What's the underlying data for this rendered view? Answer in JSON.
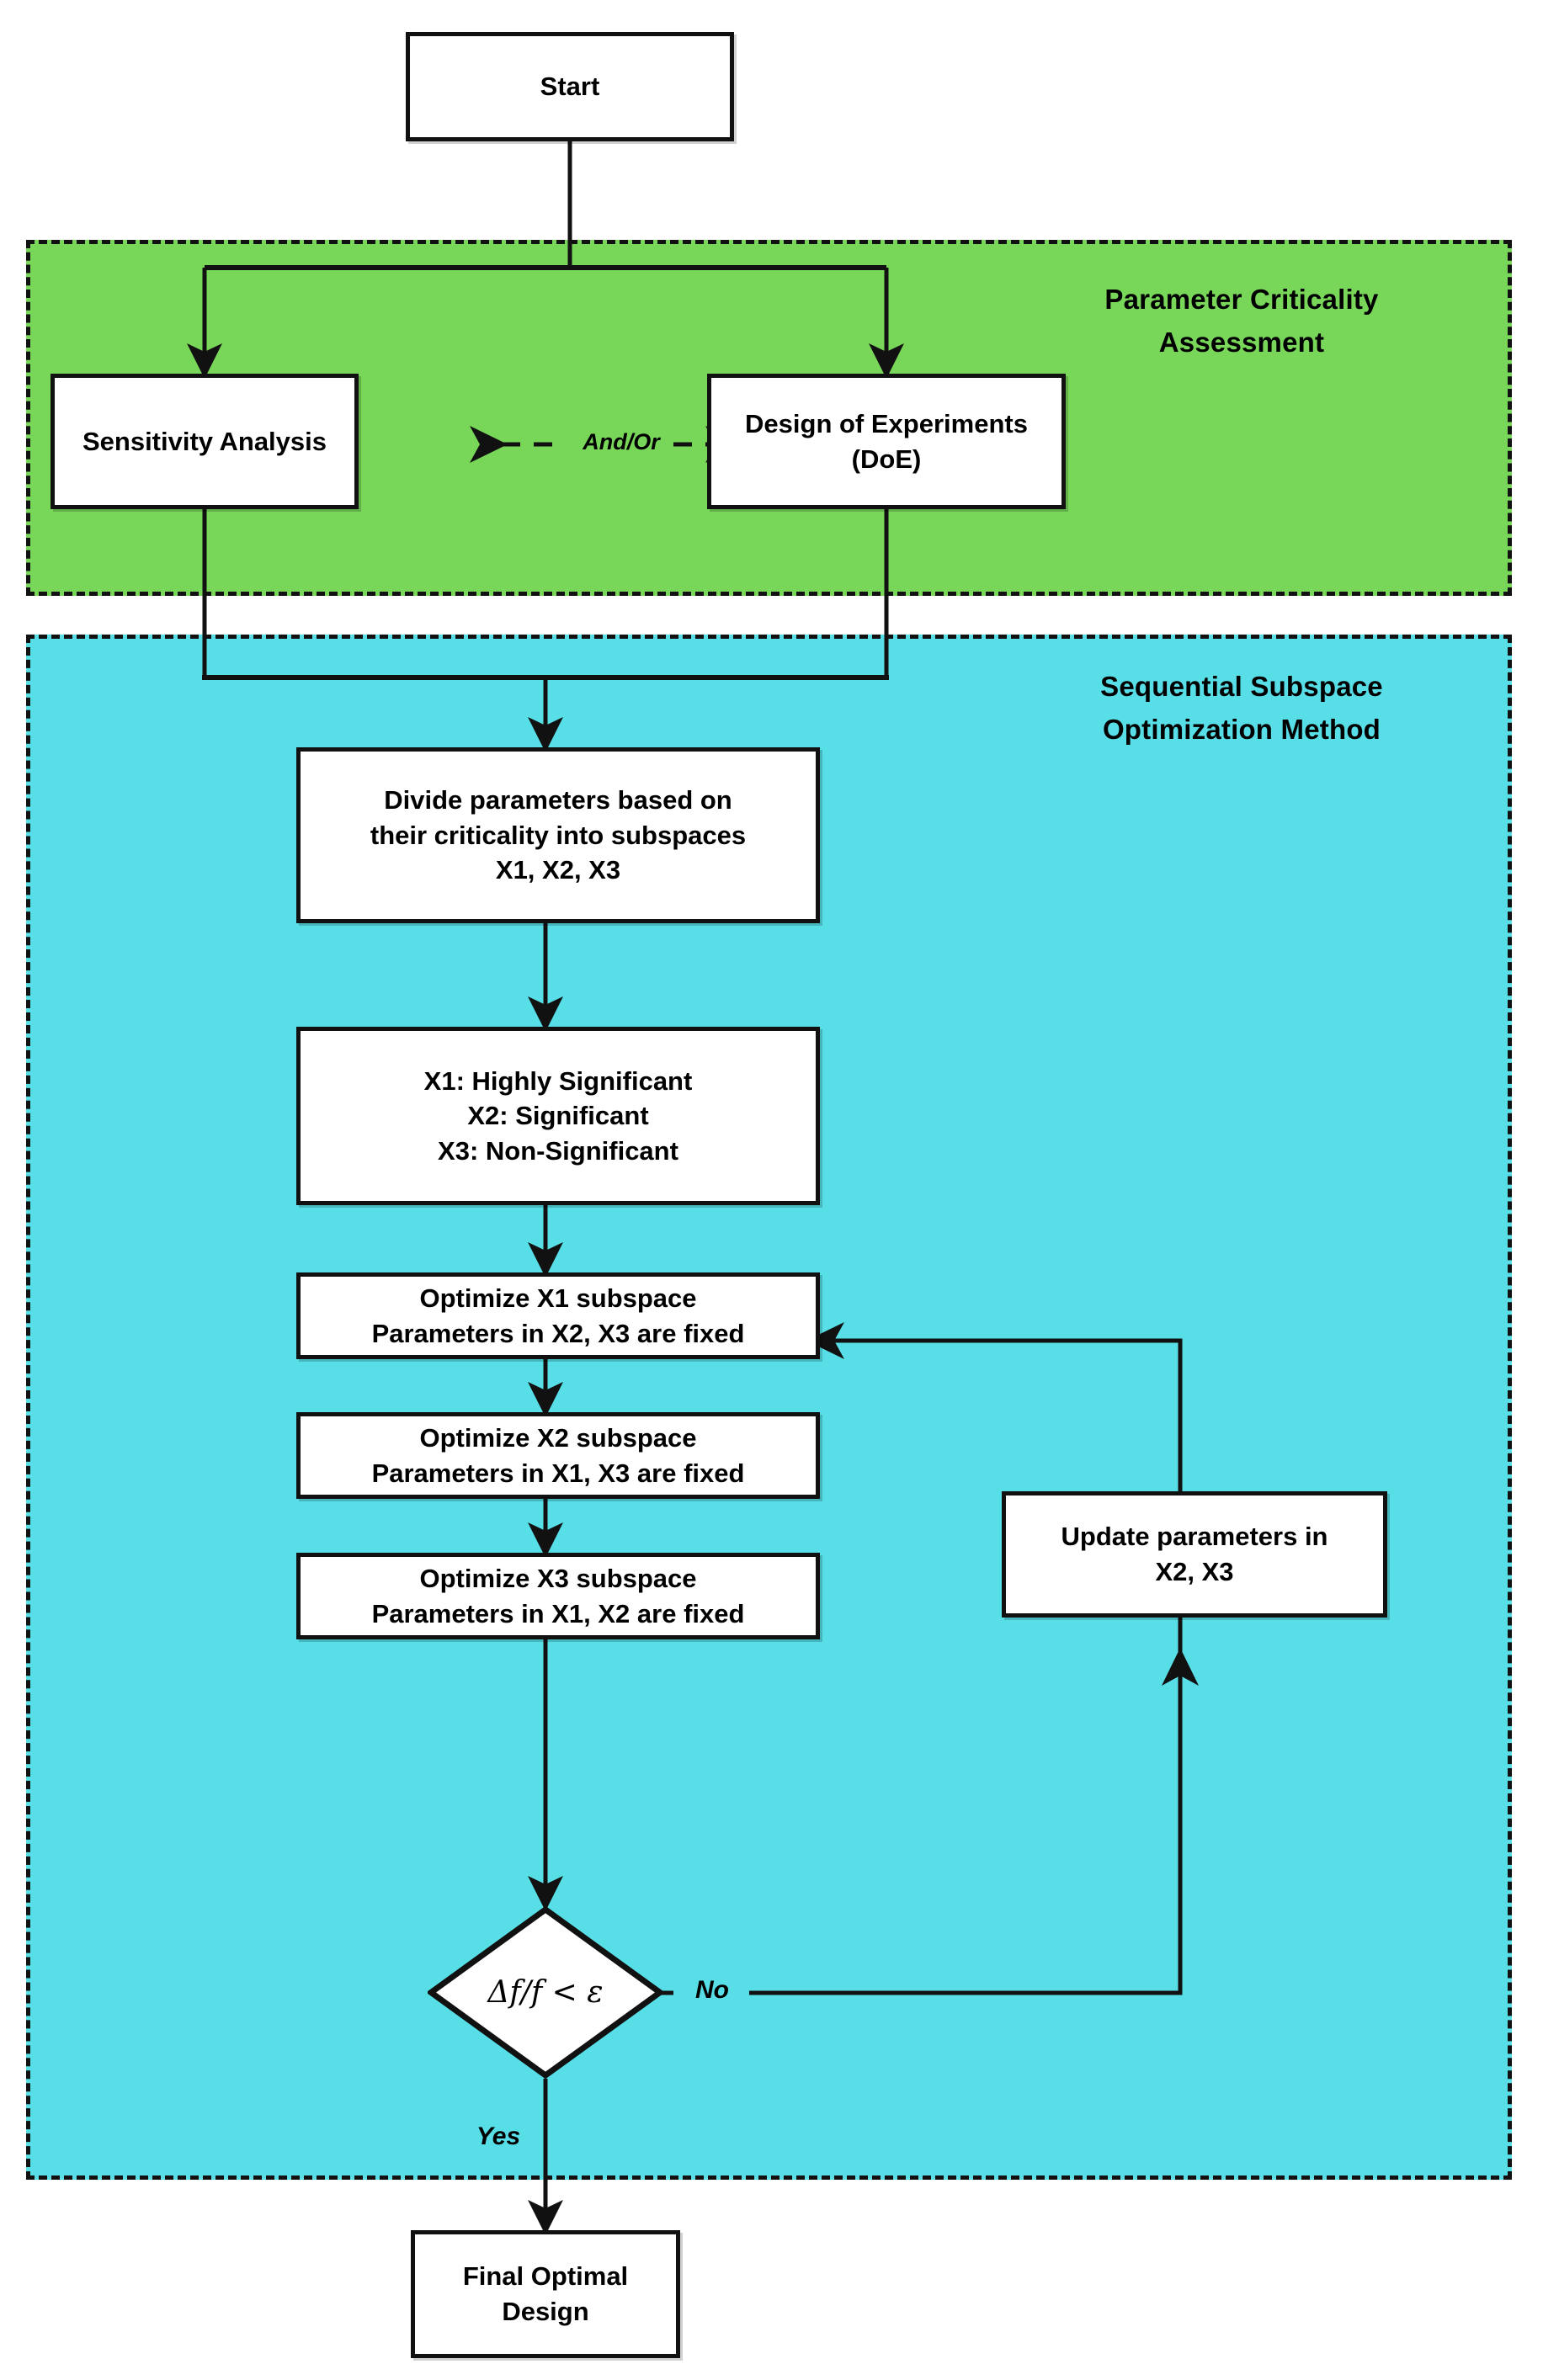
{
  "diagram": {
    "title_flow": "Sequential Subspace Optimization flowchart",
    "colors": {
      "zone_parameter_criticality": "#78D659",
      "zone_sequential_subspace": "#57DEE6",
      "node_fill": "#FFFFFF",
      "stroke": "#111111",
      "background": "#FFFFFF"
    },
    "zones": [
      {
        "id": "parameter-criticality",
        "title_line1": "Parameter Criticality",
        "title_line2": "Assessment"
      },
      {
        "id": "sequential-subspace",
        "title_line1": "Sequential Subspace",
        "title_line2": "Optimization Method"
      }
    ],
    "nodes": {
      "start": {
        "line1": "Start"
      },
      "sensitivity": {
        "line1": "Sensitivity Analysis"
      },
      "doe": {
        "line1": "Design of Experiments",
        "line2": "(DoE)"
      },
      "divide": {
        "line1": "Divide parameters based on",
        "line2": "their criticality into subspaces",
        "line3": "X1, X2, X3"
      },
      "significance": {
        "line1": "X1: Highly Significant",
        "line2": "X2: Significant",
        "line3": "X3: Non-Significant"
      },
      "opt_x1": {
        "line1": "Optimize X1 subspace",
        "line2": "Parameters in X2, X3 are fixed"
      },
      "opt_x2": {
        "line1": "Optimize X2 subspace",
        "line2": "Parameters in X1, X3 are fixed"
      },
      "opt_x3": {
        "line1": "Optimize X3 subspace",
        "line2": "Parameters in X1, X2 are fixed"
      },
      "update": {
        "line1": "Update parameters in",
        "line2": "X2, X3"
      },
      "decision": {
        "line1": "Δf/f < ε"
      },
      "final": {
        "line1": "Final Optimal",
        "line2": "Design"
      }
    },
    "edge_labels": {
      "and_or": "And/Or",
      "no": "No",
      "yes": "Yes"
    }
  }
}
